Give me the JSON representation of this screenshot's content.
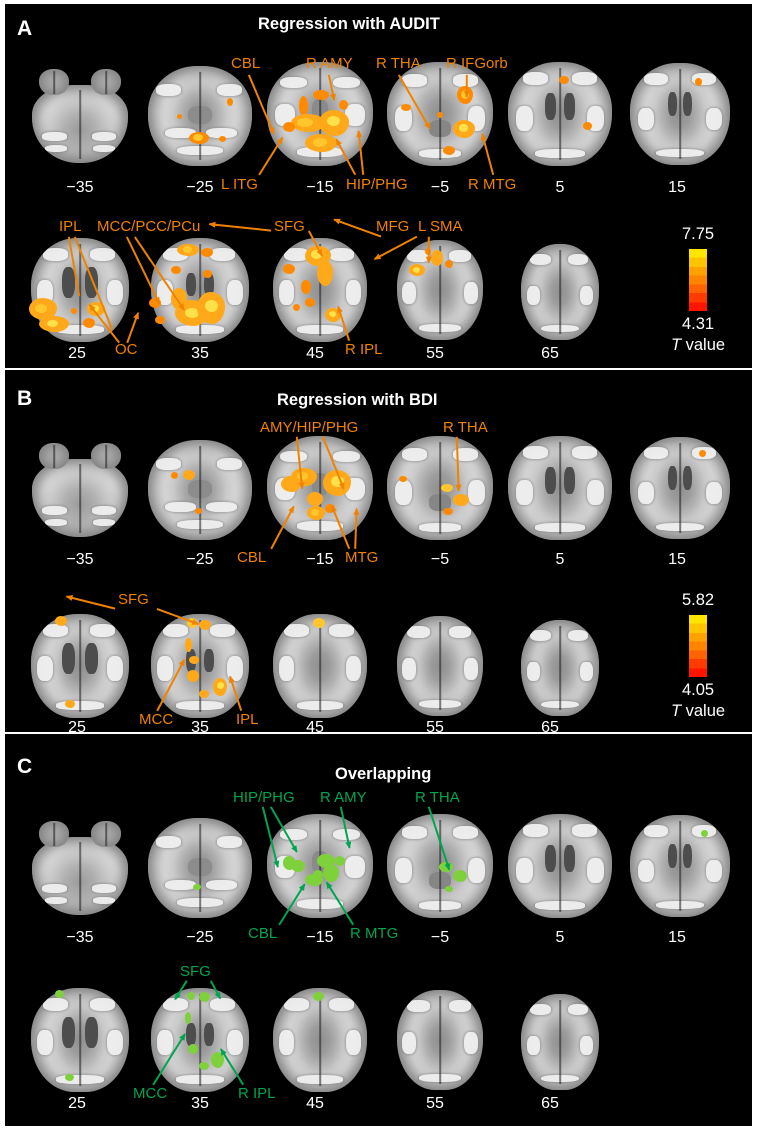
{
  "figure": {
    "background": "#000000",
    "orange_label_color": "#ef8200",
    "green_label_color": "#00a550",
    "overlap_blob_color": "#7fd13b"
  },
  "slice_labels": [
    "−35",
    "−25",
    "−15",
    "−5",
    "5",
    "15",
    "25",
    "35",
    "45",
    "55",
    "65"
  ],
  "panels": [
    {
      "letter": "A",
      "title": "Regression with AUDIT",
      "label_color": "#ef8200",
      "slices_row1": [
        "−35",
        "−25",
        "−15",
        "−5",
        "5",
        "15"
      ],
      "slices_row2": [
        "25",
        "35",
        "45",
        "55",
        "65"
      ],
      "annotations_row1": [
        "CBL",
        "R AMY",
        "R THA",
        "R IFGorb",
        "L ITG",
        "HIP/PHG",
        "R MTG"
      ],
      "annotations_row2": [
        "IPL",
        "MCC/PCC/PCu",
        "SFG",
        "MFG",
        "L SMA",
        "OC",
        "R IPL"
      ],
      "colorbar": {
        "max": "7.75",
        "min": "4.31",
        "unit_italic": "T",
        "unit_rest": " value"
      }
    },
    {
      "letter": "B",
      "title": "Regression with BDI",
      "label_color": "#ef8200",
      "slices_row1": [
        "−35",
        "−25",
        "−15",
        "−5",
        "5",
        "15"
      ],
      "slices_row2": [
        "25",
        "35",
        "45",
        "55",
        "65"
      ],
      "annotations_row1": [
        "AMY/HIP/PHG",
        "R THA",
        "CBL",
        "MTG"
      ],
      "annotations_row2": [
        "SFG",
        "MCC",
        "IPL"
      ],
      "colorbar": {
        "max": "5.82",
        "min": "4.05",
        "unit_italic": "T",
        "unit_rest": " value"
      }
    },
    {
      "letter": "C",
      "title": "Overlapping",
      "label_color": "#00a550",
      "slices_row1": [
        "−35",
        "−25",
        "−15",
        "−5",
        "5",
        "15"
      ],
      "slices_row2": [
        "25",
        "35",
        "45",
        "55",
        "65"
      ],
      "annotations_row1": [
        "HIP/PHG",
        "R AMY",
        "R THA",
        "CBL",
        "R MTG"
      ],
      "annotations_row2": [
        "SFG",
        "MCC",
        "R IPL"
      ],
      "colorbar": null
    }
  ],
  "a": {
    "letter": "A",
    "title": "Regression with AUDIT",
    "cbl": "CBL",
    "r_amy": "R AMY",
    "r_tha": "R THA",
    "r_ifgorb": "R IFGorb",
    "l_itg": "L ITG",
    "hip_phg": "HIP/PHG",
    "r_mtg": "R MTG",
    "ipl": "IPL",
    "mcc_pcc_pcu": "MCC/PCC/PCu",
    "sfg": "SFG",
    "mfg": "MFG",
    "l_sma": "L SMA",
    "oc": "OC",
    "r_ipl": "R IPL",
    "s1": "−35",
    "s2": "−25",
    "s3": "−15",
    "s4": "−5",
    "s5": "5",
    "s6": "15",
    "s7": "25",
    "s8": "35",
    "s9": "45",
    "s10": "55",
    "s11": "65",
    "cbar_max": "7.75",
    "cbar_min": "4.31",
    "cbar_unit_i": "T",
    "cbar_unit_t": " value"
  },
  "b": {
    "letter": "B",
    "title": "Regression with BDI",
    "amy_hip_phg": "AMY/HIP/PHG",
    "r_tha": "R THA",
    "cbl": "CBL",
    "mtg": "MTG",
    "sfg": "SFG",
    "mcc": "MCC",
    "ipl": "IPL",
    "s1": "−35",
    "s2": "−25",
    "s3": "−15",
    "s4": "−5",
    "s5": "5",
    "s6": "15",
    "s7": "25",
    "s8": "35",
    "s9": "45",
    "s10": "55",
    "s11": "65",
    "cbar_max": "5.82",
    "cbar_min": "4.05",
    "cbar_unit_i": "T",
    "cbar_unit_t": " value"
  },
  "c": {
    "letter": "C",
    "title": "Overlapping",
    "hip_phg": "HIP/PHG",
    "r_amy": "R AMY",
    "r_tha": "R THA",
    "cbl": "CBL",
    "r_mtg": "R MTG",
    "sfg": "SFG",
    "mcc": "MCC",
    "r_ipl": "R IPL",
    "s1": "−35",
    "s2": "−25",
    "s3": "−15",
    "s4": "−5",
    "s5": "5",
    "s6": "15",
    "s7": "25",
    "s8": "35",
    "s9": "45",
    "s10": "55",
    "s11": "65"
  }
}
